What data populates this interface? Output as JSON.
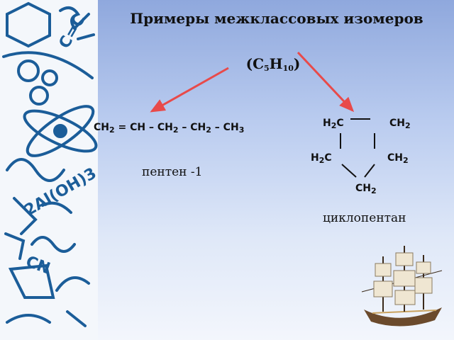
{
  "slide": {
    "title": "Примеры межклассовых изомеров",
    "formula": {
      "open": "(C",
      "sub1": "5",
      "h": "H",
      "sub2": "10",
      "close": ")"
    }
  },
  "pentene": {
    "formula_parts": [
      {
        "t": "CH"
      },
      {
        "s": "2"
      },
      {
        "t": " = CH – CH"
      },
      {
        "s": "2"
      },
      {
        "t": " – CH"
      },
      {
        "s": "2"
      },
      {
        "t": " – CH"
      },
      {
        "s": "3"
      }
    ],
    "name": "пентен -1"
  },
  "cyclopentane": {
    "atoms": {
      "top_left": {
        "t": "H",
        "s": "2",
        "t2": "C"
      },
      "top_right": {
        "t": "CH",
        "s": "2"
      },
      "mid_left": {
        "t": "H",
        "s": "2",
        "t2": "C"
      },
      "mid_right": {
        "t": "CH",
        "s": "2"
      },
      "bottom": {
        "t": "CH",
        "s": "2"
      }
    },
    "name": "циклопентан"
  },
  "colors": {
    "arrow": "#e84a4a",
    "background_top": "#8fa8dd",
    "side_ink": "#1a5a96"
  }
}
